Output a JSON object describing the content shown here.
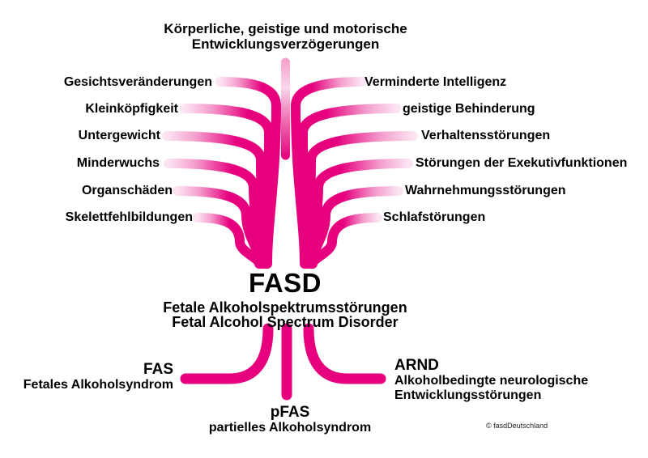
{
  "diagram": {
    "title_top": {
      "line1": "Körperliche, geistige und motorische",
      "line2": "Entwicklungsverzögerungen"
    },
    "effects_left": [
      "Gesichtsveränderungen",
      "Kleinköpfigkeit",
      "Untergewicht",
      "Minderwuchs",
      "Organschäden",
      "Skelettfehlbildungen"
    ],
    "effects_right": [
      "Verminderte Intelligenz",
      "geistige Behinderung",
      "Verhaltensstörungen",
      "Störungen der Exekutivfunktionen",
      "Wahrnehmungsstörungen",
      "Schlafstörungen"
    ],
    "center": {
      "acronym": "FASD",
      "subtitle_de": "Fetale Alkoholspektrumsstörungen",
      "subtitle_en": "Fetal Alcohol Spectrum Disorder"
    },
    "subtypes": {
      "fas": {
        "acronym": "FAS",
        "name": "Fetales Alkoholsyndrom"
      },
      "pfas": {
        "acronym": "pFAS",
        "name": "partielles Alkoholsyndrom"
      },
      "arnd": {
        "acronym": "ARND",
        "name_line1": "Alkoholbedingte neurologische",
        "name_line2": "Entwicklungsstörungen"
      }
    },
    "copyright": "© fasdDeutschland",
    "colors": {
      "magenta": "#E6007E",
      "branch_tip_pink": "#FCE4F2",
      "text": "#000000",
      "background": "#FFFFFF"
    }
  }
}
